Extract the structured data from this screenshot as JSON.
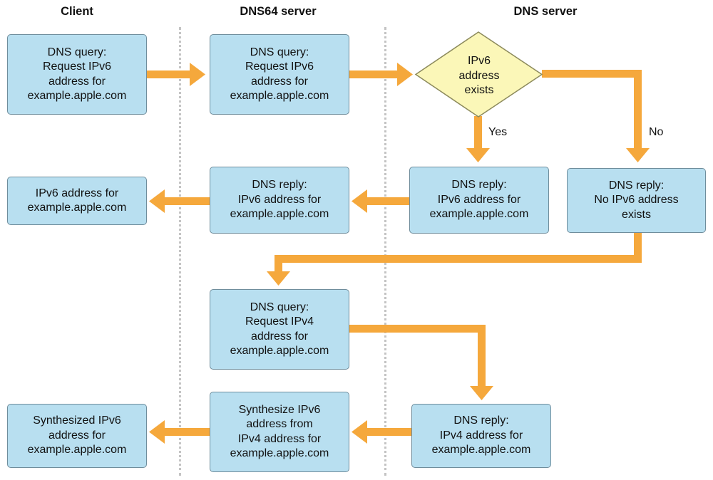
{
  "columns": {
    "client": "Client",
    "dns64": "DNS64 server",
    "dns": "DNS server"
  },
  "boxes": {
    "client_query": [
      "DNS query:",
      "Request IPv6",
      "address for",
      "example.apple.com"
    ],
    "dns64_query": [
      "DNS query:",
      "Request IPv6",
      "address for",
      "example.apple.com"
    ],
    "decision": [
      "IPv6",
      "address",
      "exists"
    ],
    "client_ipv6": [
      "IPv6 address for",
      "example.apple.com"
    ],
    "dns64_reply_ipv6": [
      "DNS reply:",
      "IPv6 address for",
      "example.apple.com"
    ],
    "dns_reply_ipv6": [
      "DNS reply:",
      "IPv6 address for",
      "example.apple.com"
    ],
    "dns_reply_none": [
      "DNS reply:",
      "No IPv6 address",
      "exists"
    ],
    "dns64_query_ipv4": [
      "DNS query:",
      "Request IPv4",
      "address for",
      "example.apple.com"
    ],
    "client_synth": [
      "Synthesized IPv6",
      "address for",
      "example.apple.com"
    ],
    "dns64_synth": [
      "Synthesize IPv6",
      "address from",
      "IPv4 address for",
      "example.apple.com"
    ],
    "dns_reply_ipv4": [
      "DNS reply:",
      "IPv4 address for",
      "example.apple.com"
    ]
  },
  "labels": {
    "yes": "Yes",
    "no": "No"
  },
  "colors": {
    "box_fill": "#b8dff0",
    "box_border": "#6f8d9c",
    "diamond_fill": "#fbf7b8",
    "diamond_border": "#8c8a5c",
    "arrow": "#f5a83c",
    "divider": "#c4c4c4"
  }
}
